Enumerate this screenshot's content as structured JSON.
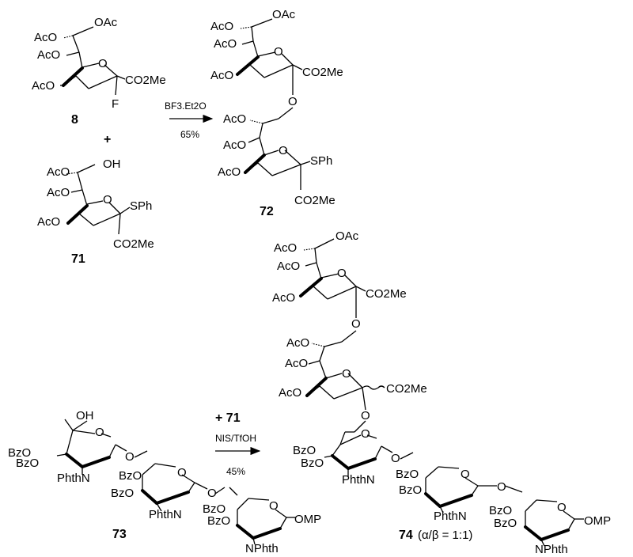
{
  "compounds": {
    "c8": "8",
    "c71": "71",
    "c72": "72",
    "c73": "73",
    "c74": "74",
    "c74_ratio": "(α/β = 1:1)",
    "plus_sign": "+"
  },
  "reaction1": {
    "reagent": "BF3.Et2O",
    "yield": "65%"
  },
  "reaction2": {
    "reagent_add": "+ 71",
    "reagent": "NIS/TfOH",
    "yield": "45%"
  },
  "groups": {
    "oac": "OAc",
    "aco": "AcO",
    "co2me": "CO2Me",
    "f": "F",
    "oh": "OH",
    "sph": "SPh",
    "o": "O",
    "bzo": "BzO",
    "phthn": "PhthN",
    "nphth": "NPhth",
    "omp": "OMP"
  },
  "colors": {
    "ink": "#000000",
    "background": "#ffffff"
  }
}
